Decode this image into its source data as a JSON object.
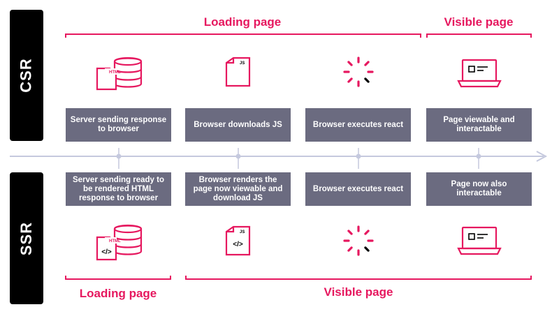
{
  "rows": {
    "csr": {
      "label": "CSR",
      "phases": [
        {
          "label": "Loading page"
        },
        {
          "label": "Visible page"
        }
      ],
      "steps": [
        {
          "label": "Server sending response to browser",
          "icon": "html-file-database-icon"
        },
        {
          "label": "Browser downloads JS",
          "icon": "js-file-icon"
        },
        {
          "label": "Browser executes react",
          "icon": "spinner-icon"
        },
        {
          "label": "Page viewable and interactable",
          "icon": "laptop-icon"
        }
      ]
    },
    "ssr": {
      "label": "SSR",
      "phases": [
        {
          "label": "Loading page"
        },
        {
          "label": "Visible page"
        }
      ],
      "steps": [
        {
          "label": "Server sending ready to be rendered HTML response to browser",
          "icon": "html-file-database-icon"
        },
        {
          "label": "Browser renders the page now viewable and download JS",
          "icon": "js-file-icon"
        },
        {
          "label": "Browser executes react",
          "icon": "spinner-icon"
        },
        {
          "label": "Page now also interactable",
          "icon": "laptop-icon"
        }
      ]
    }
  },
  "icon_text": {
    "html": "HTML",
    "js": "JS",
    "code": "</>"
  },
  "colors": {
    "accent": "#e6185f",
    "box": "#6b6b80",
    "timeline": "#c5c9de",
    "label_bg": "#000000"
  }
}
